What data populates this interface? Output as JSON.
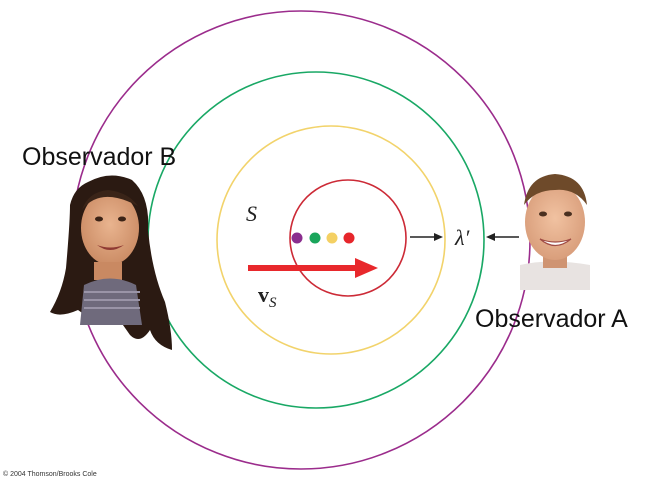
{
  "labels": {
    "observer_b": "Observador B",
    "observer_a": "Observador A",
    "source": "S",
    "wavelength": "λ′",
    "velocity_main": "v",
    "velocity_sub": "S",
    "copyright": "© 2004 Thomson/Brooks Cole"
  },
  "colors": {
    "outer_wavefront": "#9b2c8c",
    "second_wavefront": "#19a865",
    "third_wavefront": "#f2d36b",
    "inner_wavefront": "#cc2a36",
    "velocity_arrow": "#e8282c",
    "source_dots": [
      "#8a2d8e",
      "#1aa55b",
      "#f4d063",
      "#e6262b"
    ]
  },
  "icons": {
    "observer_b": "girl-face-photo",
    "observer_a": "boy-face-photo"
  }
}
